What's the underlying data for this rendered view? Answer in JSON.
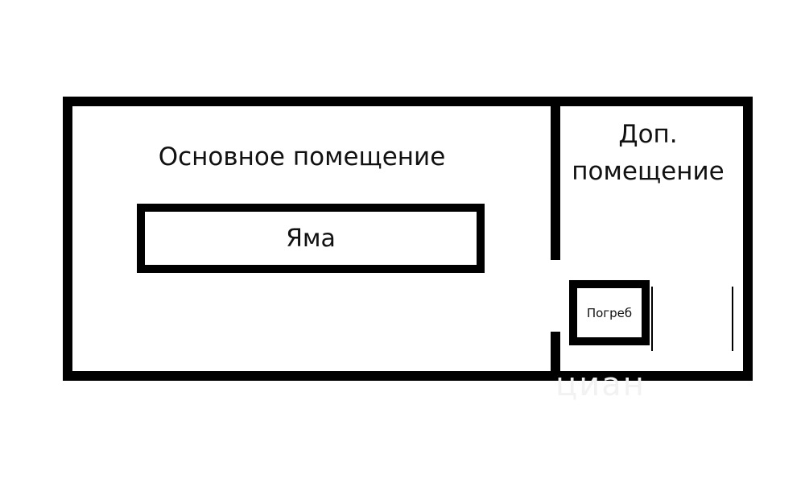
{
  "rooms": {
    "main": "Основное помещение",
    "extra_line1": "Доп.",
    "extra_line2": "помещение"
  },
  "objects": {
    "pit": "Яма",
    "cellar": "Погреб"
  },
  "watermark": "циан"
}
